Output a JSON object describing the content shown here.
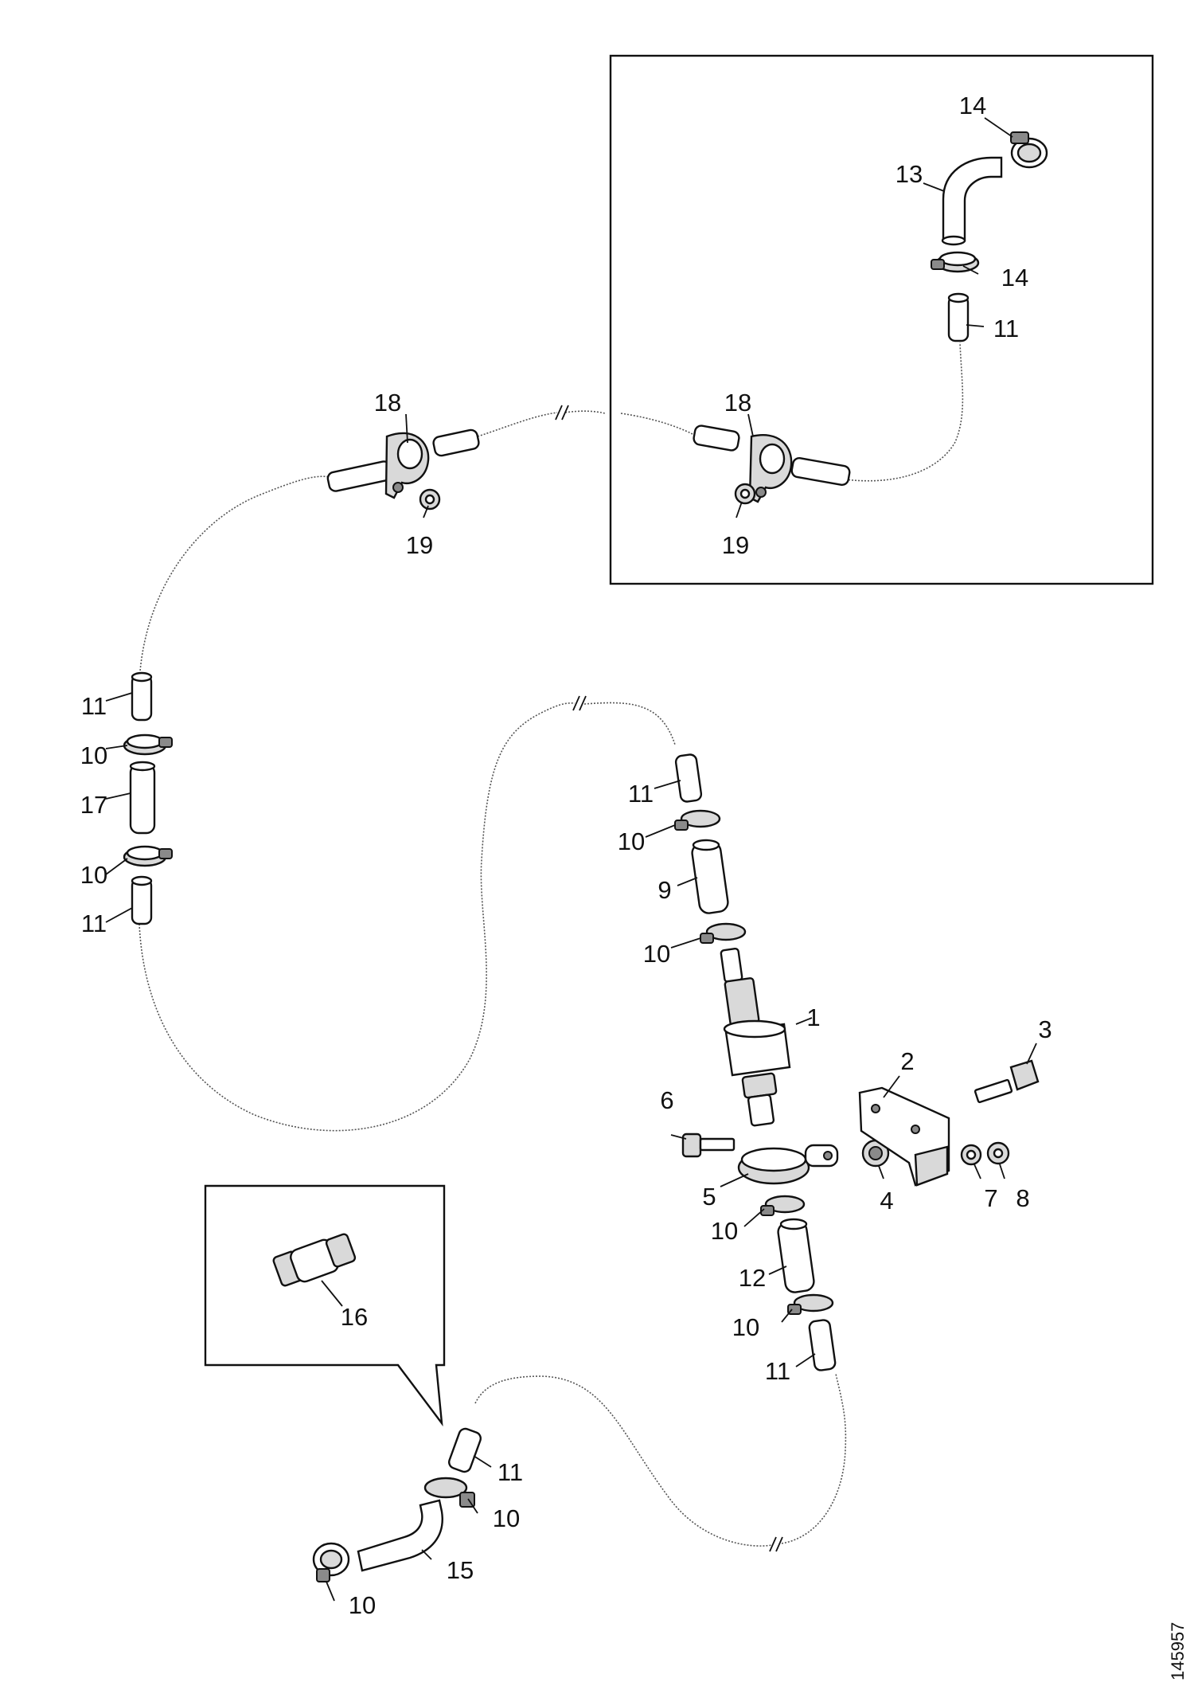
{
  "drawing_number": "145957",
  "callouts": {
    "c1": "1",
    "c2": "2",
    "c3": "3",
    "c4": "4",
    "c5": "5",
    "c6": "6",
    "c7": "7",
    "c8": "8",
    "c9": "9",
    "c10a": "10",
    "c10b": "10",
    "c10c": "10",
    "c10d": "10",
    "c10e": "10",
    "c10f": "10",
    "c10g": "10",
    "c11a": "11",
    "c11b": "11",
    "c11c": "11",
    "c11d": "11",
    "c11e": "11",
    "c11f": "11",
    "c12": "12",
    "c13": "13",
    "c14a": "14",
    "c14b": "14",
    "c15": "15",
    "c16": "16",
    "c17": "17",
    "c18a": "18",
    "c18b": "18",
    "c19a": "19",
    "c19b": "19"
  }
}
